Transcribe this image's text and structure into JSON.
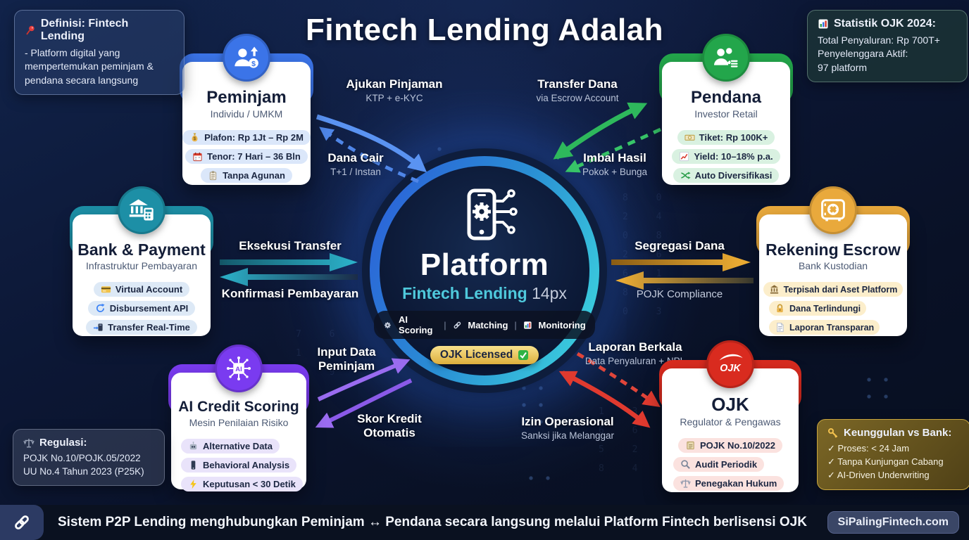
{
  "title": "Fintech Lending Adalah",
  "colors": {
    "peminjam": "#3b74e8",
    "pendana": "#23a64b",
    "bank": "#1d8fa6",
    "escrow": "#e9a93c",
    "ai": "#7a3bf0",
    "ojk": "#d92b1f",
    "accent_teal": "#4fc9dc",
    "gold_badge": "#dcae3c",
    "background": "#0c1735"
  },
  "boxes": {
    "definisi": {
      "icon": "pushpin-icon",
      "title": "Definisi: Fintech Lending",
      "body": "- Platform digital yang mempertemukan peminjam & pendana secara langsung"
    },
    "statistik": {
      "icon": "bar-chart-icon",
      "title": "Statistik OJK 2024:",
      "line1": "Total Penyaluran: Rp 700T+",
      "line2": "Penyelenggara Aktif:",
      "line3": "97 platform"
    },
    "regulasi": {
      "icon": "scales-icon",
      "title": "Regulasi:",
      "line1": "POJK No.10/POJK.05/2022",
      "line2": "UU No.4 Tahun 2023 (P25K)"
    },
    "keunggulan": {
      "icon": "key-icon",
      "title": "Keunggulan vs Bank:",
      "items": [
        "✓ Proses: < 24 Jam",
        "✓ Tanpa Kunjungan Cabang",
        "✓ AI-Driven Underwriting"
      ]
    }
  },
  "center": {
    "icon": "phone-circuit-icon",
    "name": "Platform",
    "subtitle": "Fintech Lending",
    "subtitle_note": "14px",
    "separator": "|",
    "features": [
      {
        "icon": "gear-icon",
        "label": "AI Scoring"
      },
      {
        "icon": "link-icon",
        "label": "Matching"
      },
      {
        "icon": "bar-chart-icon",
        "label": "Monitoring"
      }
    ],
    "license_badge": "OJK Licensed",
    "license_check_icon": "check-icon"
  },
  "cards": {
    "peminjam": {
      "icon": "borrower-icon",
      "title": "Peminjam",
      "subtitle": "Individu / UMKM",
      "items": [
        {
          "icon": "money-bag-icon",
          "label": "Plafon: Rp 1Jt – Rp 2M"
        },
        {
          "icon": "calendar-icon",
          "label": "Tenor: 7 Hari – 36 Bln"
        },
        {
          "icon": "clipboard-icon",
          "label": "Tanpa Agunan"
        }
      ]
    },
    "pendana": {
      "icon": "investors-icon",
      "title": "Pendana",
      "subtitle": "Investor Retail",
      "items": [
        {
          "icon": "banknote-icon",
          "label": "Tiket: Rp 100K+"
        },
        {
          "icon": "chart-up-icon",
          "label": "Yield: 10–18% p.a."
        },
        {
          "icon": "shuffle-icon",
          "label": "Auto Diversifikasi"
        }
      ]
    },
    "bank": {
      "icon": "bank-building-icon",
      "title": "Bank & Payment",
      "subtitle": "Infrastruktur Pembayaran",
      "items": [
        {
          "icon": "credit-card-icon",
          "label": "Virtual Account"
        },
        {
          "icon": "refresh-icon",
          "label": "Disbursement API"
        },
        {
          "icon": "transfer-icon",
          "label": "Transfer Real-Time"
        }
      ]
    },
    "escrow": {
      "icon": "safe-vault-icon",
      "title": "Rekening Escrow",
      "subtitle": "Bank Kustodian",
      "items": [
        {
          "icon": "bank-small-icon",
          "label": "Terpisah dari Aset Platform"
        },
        {
          "icon": "lock-icon",
          "label": "Dana Terlindungi"
        },
        {
          "icon": "document-icon",
          "label": "Laporan Transparan"
        }
      ]
    },
    "ai": {
      "icon": "ai-chip-icon",
      "title": "AI Credit Scoring",
      "subtitle": "Mesin Penilaian Risiko",
      "items": [
        {
          "icon": "robot-icon",
          "label": "Alternative Data"
        },
        {
          "icon": "phone-icon",
          "label": "Behavioral Analysis"
        },
        {
          "icon": "bolt-icon",
          "label": "Keputusan < 30 Detik"
        }
      ]
    },
    "ojk": {
      "icon": "ojk-logo-icon",
      "title": "OJK",
      "subtitle": "Regulator & Pengawas",
      "items": [
        {
          "icon": "scroll-icon",
          "label": "POJK No.10/2022"
        },
        {
          "icon": "magnifier-icon",
          "label": "Audit Periodik"
        },
        {
          "icon": "scales-icon",
          "label": "Penegakan Hukum"
        }
      ]
    }
  },
  "flows": {
    "ajukan": {
      "title": "Ajukan Pinjaman",
      "subtitle": "KTP + e-KYC"
    },
    "dana_cair": {
      "title": "Dana Cair",
      "subtitle": "T+1 / Instan"
    },
    "transfer_dana": {
      "title": "Transfer Dana",
      "subtitle": "via Escrow Account"
    },
    "imbal_hasil": {
      "title": "Imbal Hasil",
      "subtitle": "Pokok + Bunga"
    },
    "eksekusi": {
      "title": "Eksekusi Transfer"
    },
    "konfirmasi": {
      "title": "Konfirmasi Pembayaran"
    },
    "segregasi": {
      "title": "Segregasi Dana"
    },
    "pojk_compliance": {
      "title": "POJK Compliance"
    },
    "input_data": {
      "line1": "Input Data",
      "line2": "Peminjam"
    },
    "skor_kredit": {
      "line1": "Skor Kredit",
      "line2": "Otomatis"
    },
    "laporan": {
      "title": "Laporan Berkala",
      "subtitle": "Data Penyaluran + NPL"
    },
    "izin": {
      "title": "Izin Operasional",
      "subtitle": "Sanksi jika Melanggar"
    }
  },
  "background_texture": {
    "col1": "8 0\n2 4\n0 8\n2 6\n6 1\n8 5\n0 3",
    "col2": "1 3\n6 6\n5 2\n8 4",
    "col3": "7 6\n1 2\n0 9"
  },
  "footer": {
    "icon": "link-icon",
    "text": "Sistem P2P Lending menghubungkan Peminjam ↔ Pendana secara langsung melalui Platform Fintech berlisensi OJK",
    "site": "SiPalingFintech.com"
  }
}
